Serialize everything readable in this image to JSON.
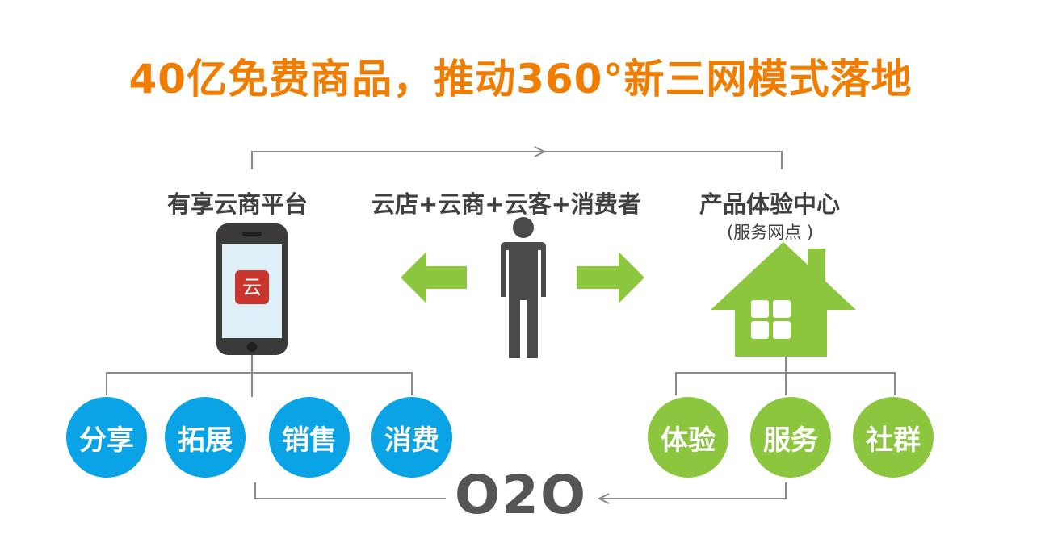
{
  "title": "40亿免费商品，推动360°新三网模式落地",
  "left_block": {
    "label": "有享云商平台",
    "app_icon_char": "云",
    "nodes": [
      "分享",
      "拓展",
      "销售",
      "消费"
    ]
  },
  "center_block": {
    "label": "云店+云商+云客+消费者"
  },
  "right_block": {
    "label": "产品体验中心",
    "sublabel": "(服务网点 )",
    "nodes": [
      "体验",
      "服务",
      "社群"
    ]
  },
  "bottom_label": "O2O",
  "colors": {
    "title": "#f07d00",
    "blue": "#0aa3e5",
    "green": "#8cc63f",
    "line": "#888888",
    "dark": "#404040"
  },
  "icons": [
    "smartphone-icon",
    "person-icon",
    "house-icon",
    "arrow-left-icon",
    "arrow-right-icon"
  ]
}
